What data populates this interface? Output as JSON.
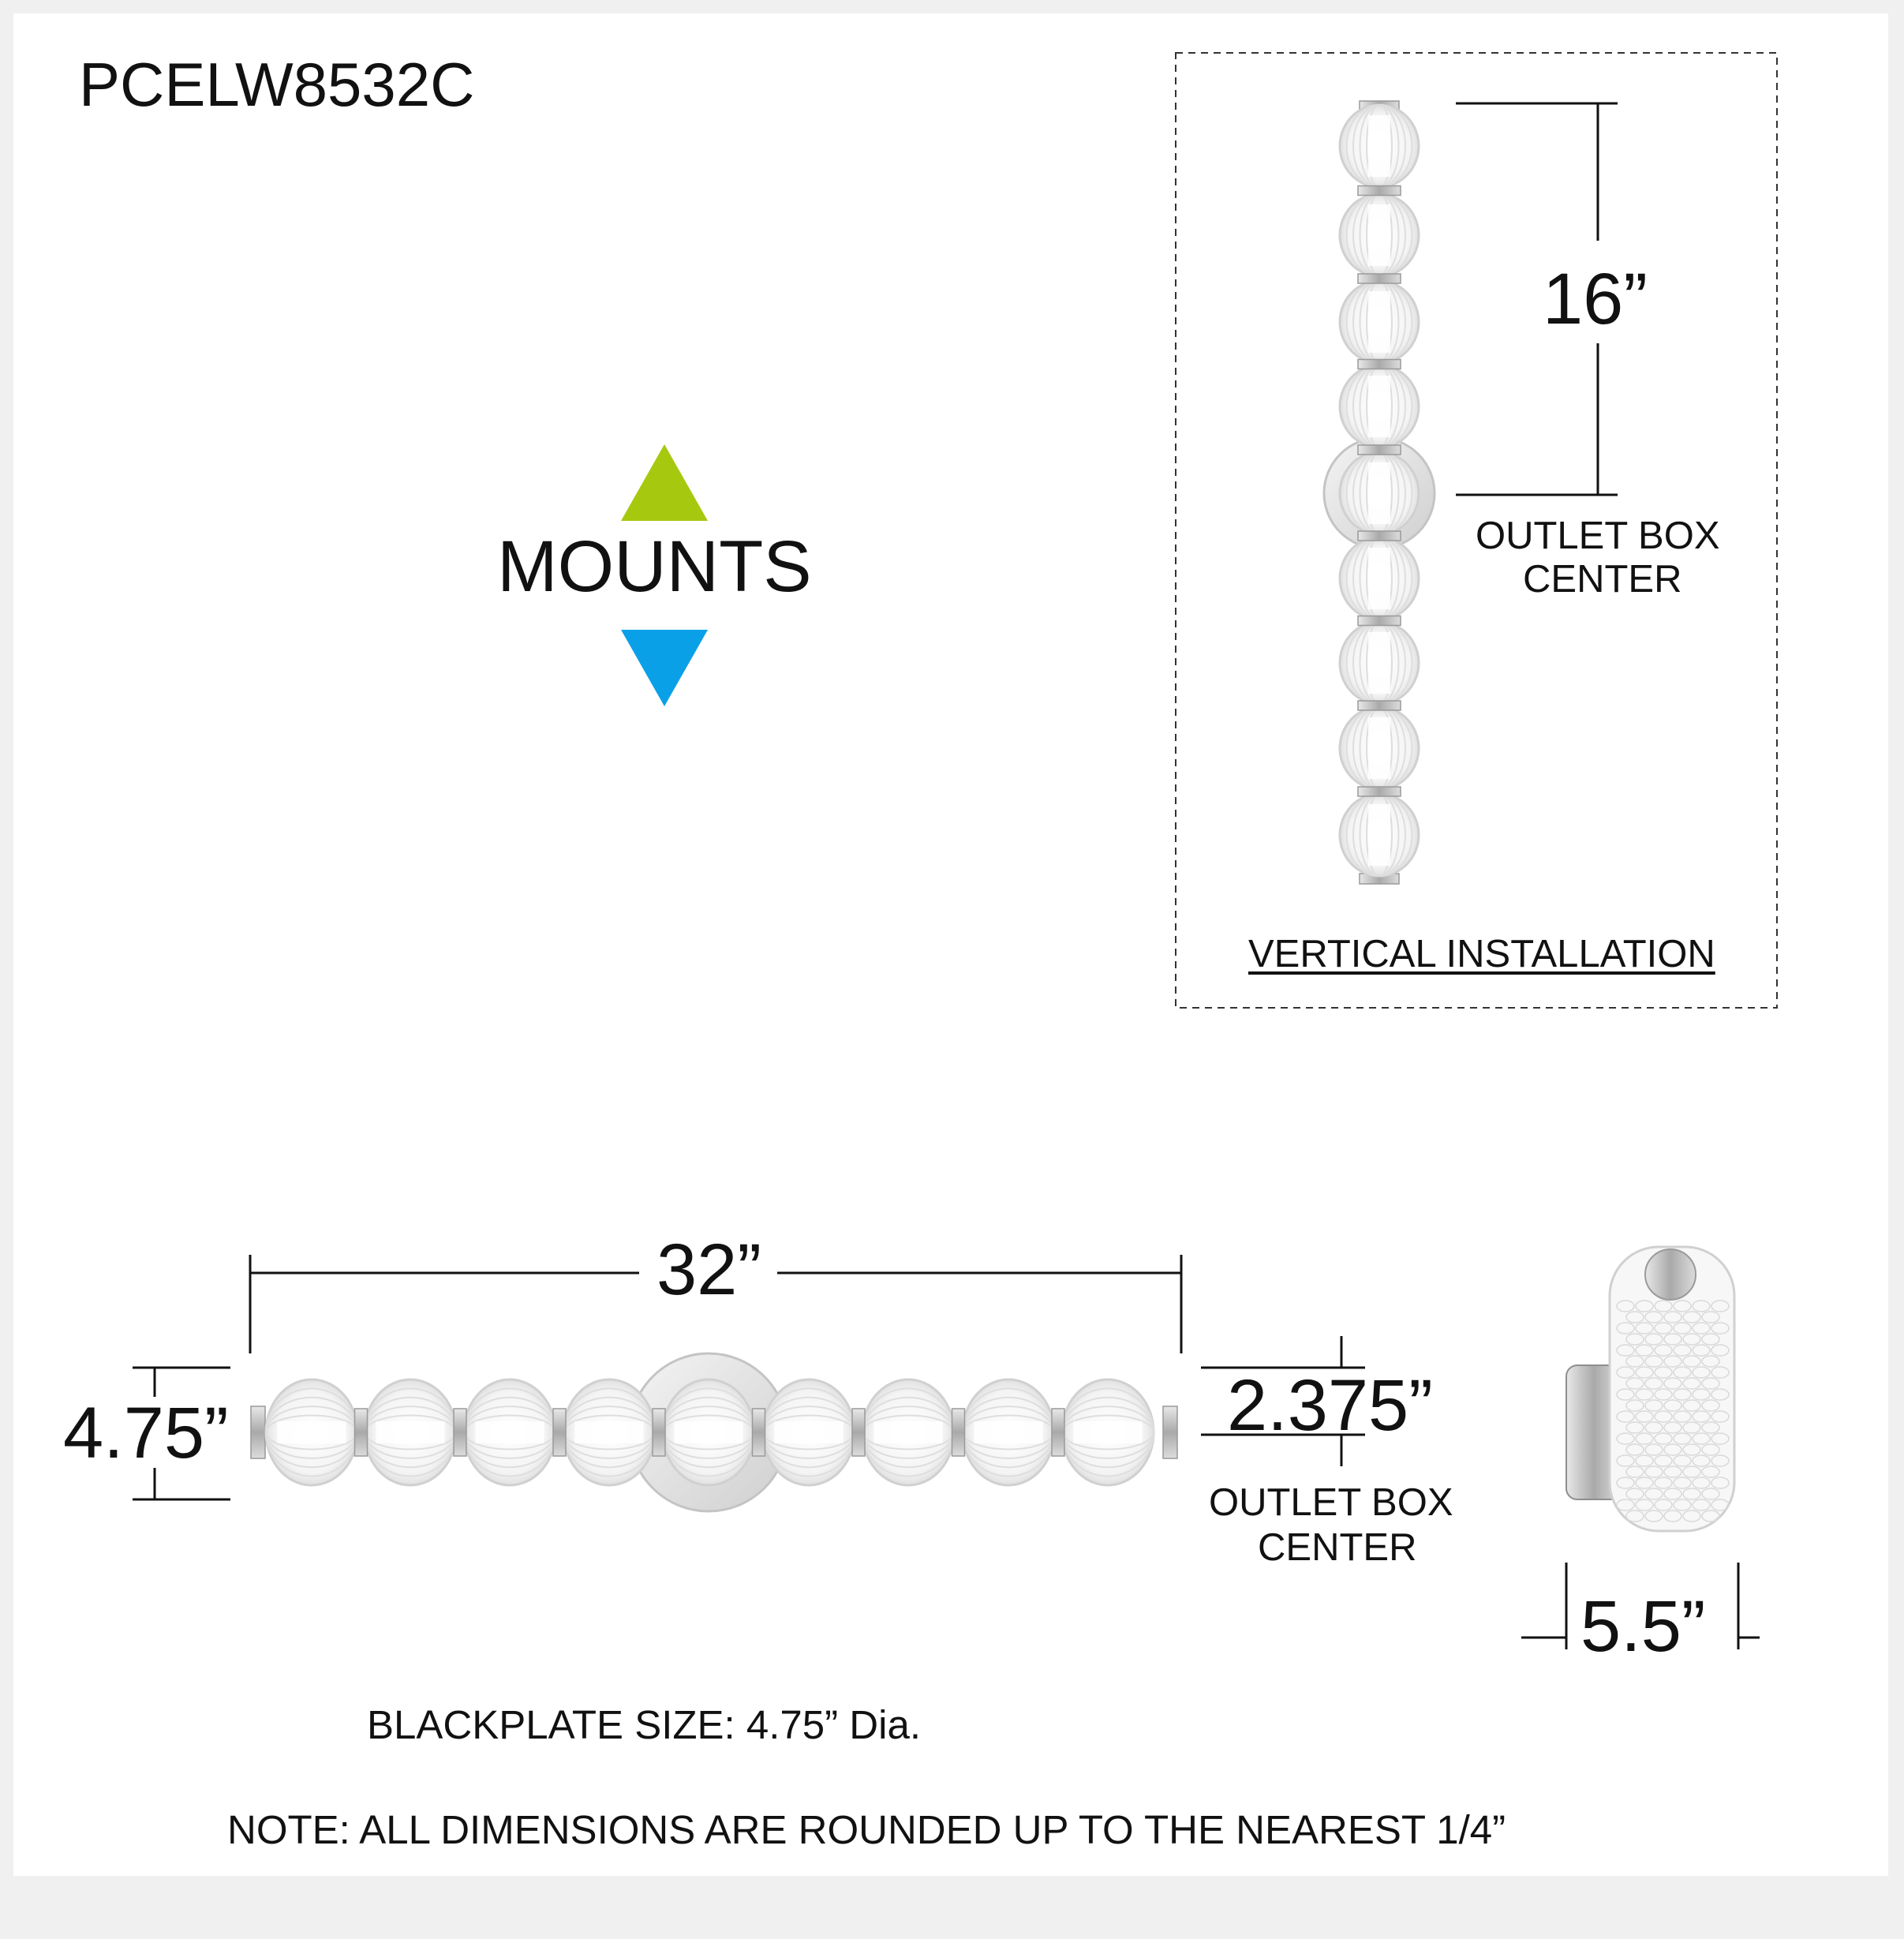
{
  "title": {
    "model": "PCELW8532C"
  },
  "mounts": {
    "label": "MOUNTS",
    "up_color": "#a6c90f",
    "down_color": "#0aa0e8"
  },
  "vertical_view": {
    "height_label": "16”",
    "outlet_line1": "OUTLET BOX",
    "outlet_line2": "CENTER",
    "caption": "VERTICAL INSTALLATION"
  },
  "horizontal_view": {
    "width_label": "32”",
    "height_label": "4.75”",
    "outlet_offset_label": "2.375”",
    "outlet_line1": "OUTLET BOX",
    "outlet_line2": "CENTER"
  },
  "side_view": {
    "depth_label": "5.5”"
  },
  "footer": {
    "backplate": "BLACKPLATE SIZE: 4.75” Dia.",
    "note": "NOTE: ALL DIMENSIONS ARE ROUNDED UP TO THE NEAREST 1/4”"
  },
  "fixture_colors": {
    "chrome": "#c9c9c9",
    "glass_edge": "#d0d0d0"
  }
}
